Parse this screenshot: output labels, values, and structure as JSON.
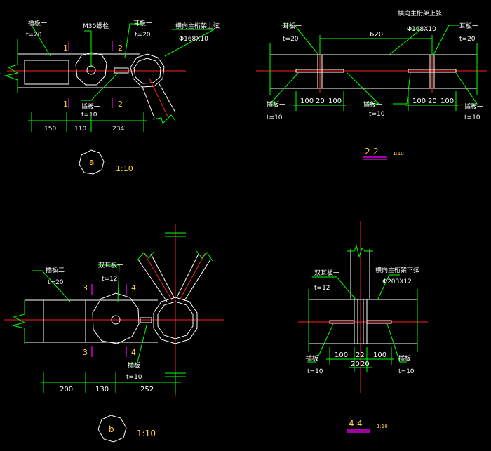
{
  "detail_a": {
    "plate1": "插板一",
    "plate1_t": "t=20",
    "bolt": "M30螺栓",
    "ear1": "耳板一",
    "ear1_t": "t=20",
    "pipe": "横向主桁架上弦",
    "pipe_size": "Φ168X10",
    "stiff": "插板一",
    "stiff_t": "t=10",
    "cut1_top": "1",
    "cut1_bot": "1",
    "cut2_top": "2",
    "cut2_bot": "2",
    "dims": [
      "150",
      "110",
      "234"
    ],
    "mark": "a",
    "scale": "1:10"
  },
  "section_22": {
    "ear_left": "耳板一",
    "ear_left_t": "t=20",
    "pipe": "横向主桁架上弦",
    "pipe_size": "Φ168X10",
    "ear_right": "耳板一",
    "ear_right_t": "t=20",
    "length": "620",
    "stiff_left": "插板一",
    "stiff_left_t": "t=10",
    "stiff_mid": "插板一",
    "stiff_mid_t": "t=10",
    "stiff_right": "插板一",
    "stiff_right_t": "t=10",
    "dims_left": [
      "100",
      "20",
      "100"
    ],
    "dims_right": [
      "100",
      "20",
      "100"
    ],
    "title": "2-2",
    "scale": "1:10"
  },
  "detail_b": {
    "plate2": "插板二",
    "plate2_t": "t=20",
    "ear2": "双耳板一",
    "ear2_t": "t=12",
    "stiff": "插板一",
    "stiff_t": "t=10",
    "cut3_top": "3",
    "cut3_bot": "3",
    "cut4_top": "4",
    "cut4_bot": "4",
    "dims": [
      "200",
      "130",
      "252"
    ],
    "mark": "b",
    "scale": "1:10"
  },
  "section_44": {
    "ear": "双耳板一",
    "ear_t": "t=12",
    "pipe": "横向主桁架下弦",
    "pipe_size": "Φ203X12",
    "stiff_left": "插板一",
    "stiff_left_t": "t=10",
    "stiff_right": "插板一",
    "stiff_right_t": "t=10",
    "dims_top": [
      "100",
      "22",
      "100"
    ],
    "dims_bot": [
      "20",
      "20"
    ],
    "title": "4-4",
    "scale": "1:10"
  },
  "colors": {
    "background": "#000000",
    "outline": "#ffffff",
    "dimension": "#00ff00",
    "centerline": "#ff2020",
    "section_mark": "#ff00ff",
    "title_text": "#ffd24a"
  }
}
